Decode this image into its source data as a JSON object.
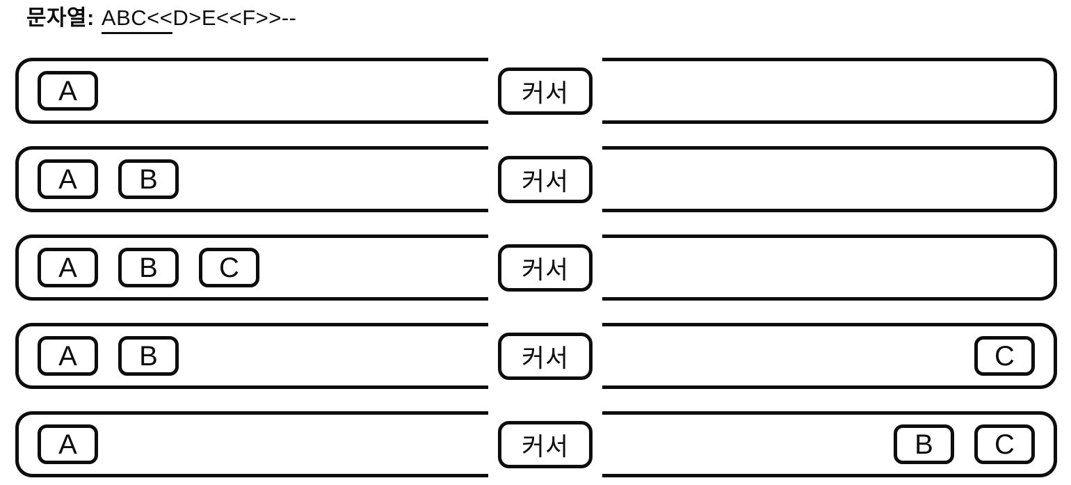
{
  "title": {
    "label": "문자열:",
    "processed": "ABC<<",
    "remaining": "D>E<<F>>--"
  },
  "cursor_label": "커서",
  "rows": [
    {
      "left_chars": [
        "A"
      ],
      "right_chars": []
    },
    {
      "left_chars": [
        "A",
        "B"
      ],
      "right_chars": []
    },
    {
      "left_chars": [
        "A",
        "B",
        "C"
      ],
      "right_chars": []
    },
    {
      "left_chars": [
        "A",
        "B"
      ],
      "right_chars": [
        "C"
      ]
    },
    {
      "left_chars": [
        "A"
      ],
      "right_chars": [
        "B",
        "C"
      ]
    }
  ],
  "colors": {
    "ink": "#0d0d0d",
    "background": "#ffffff"
  }
}
